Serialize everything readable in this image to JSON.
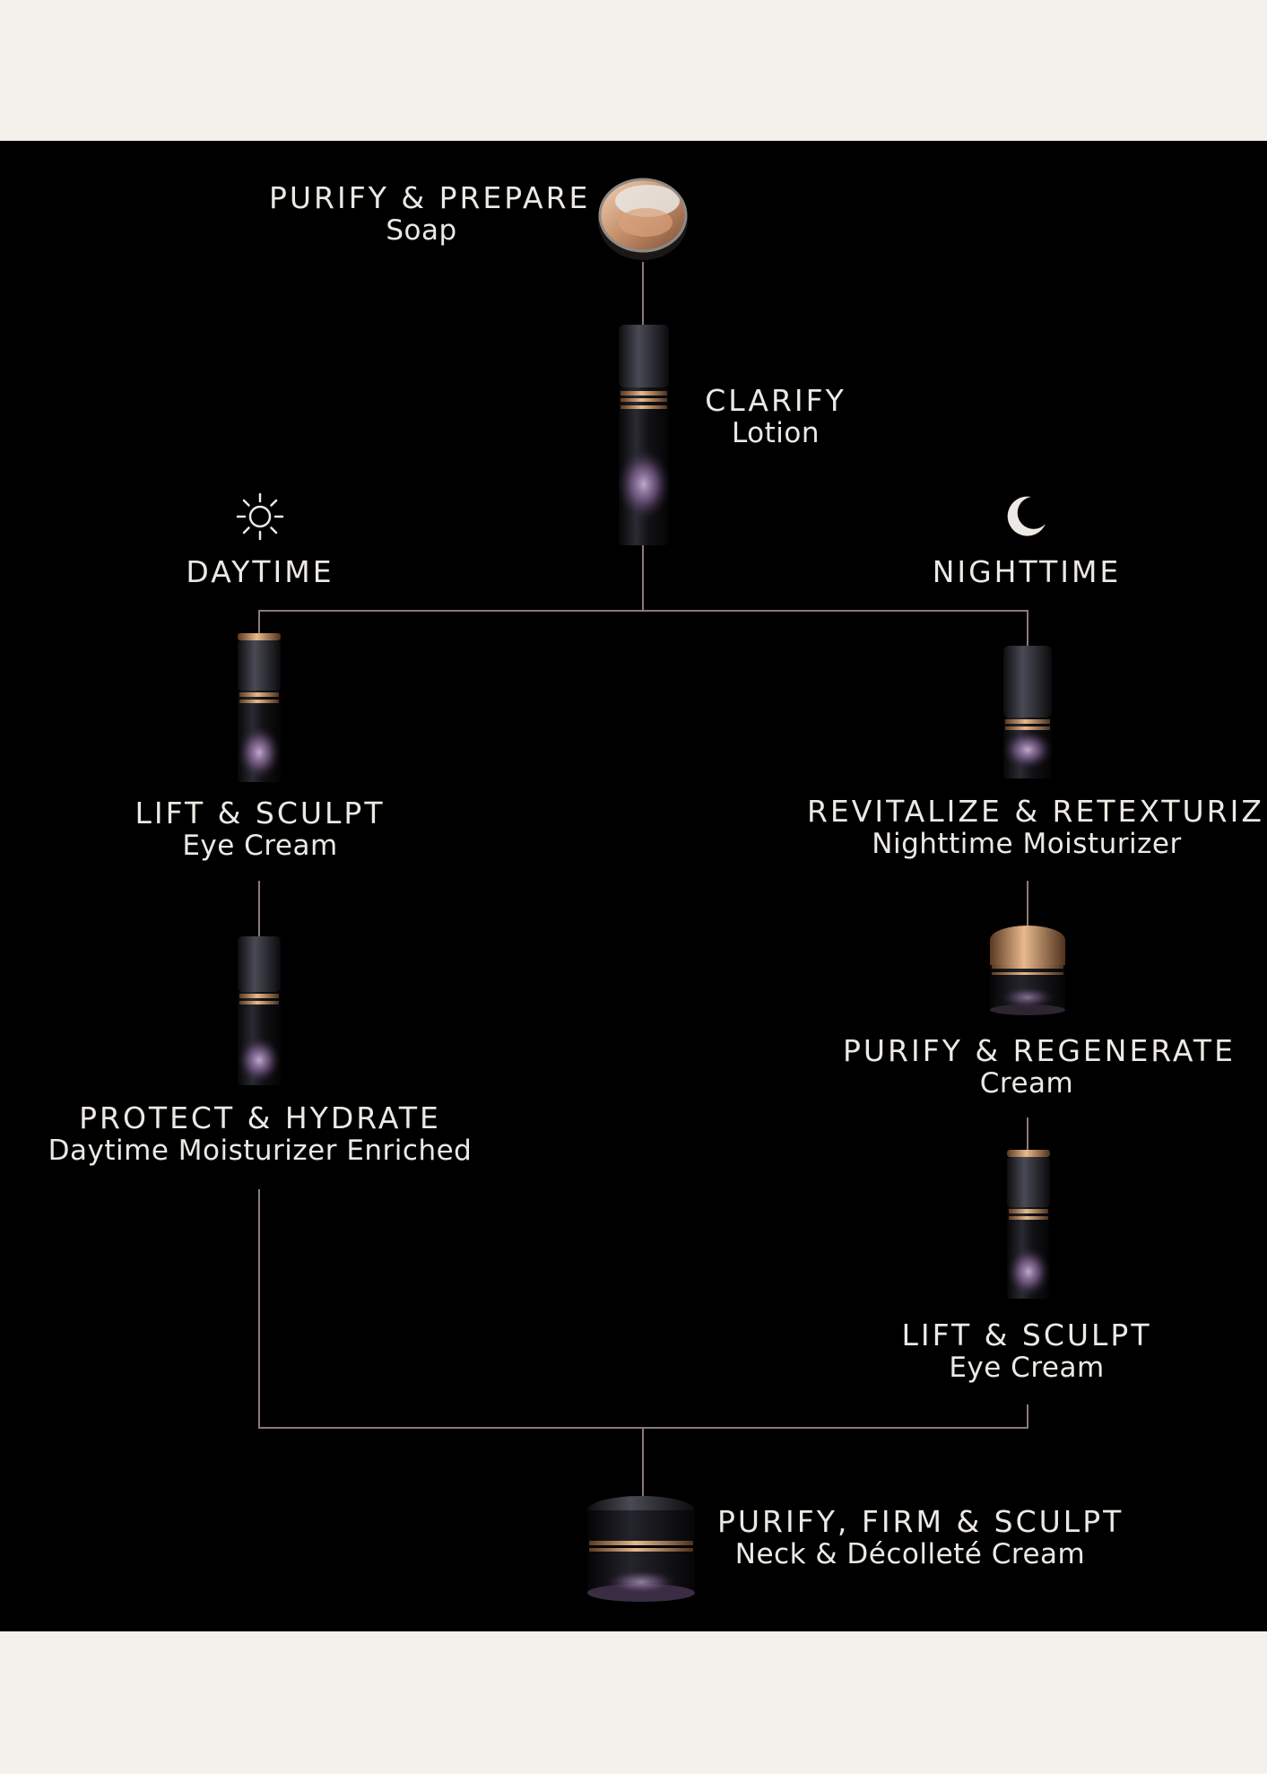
{
  "steps": {
    "soap": {
      "heading": "PURIFY & PREPARE",
      "product": "Soap"
    },
    "lotion": {
      "heading": "CLARIFY",
      "product": "Lotion"
    },
    "day_eye": {
      "heading": "LIFT & SCULPT",
      "product": "Eye Cream"
    },
    "day_moist": {
      "heading": "PROTECT & HYDRATE",
      "product": "Daytime Moisturizer Enriched"
    },
    "night_moist": {
      "heading": "REVITALIZE & RETEXTURIZE",
      "product": "Nighttime Moisturizer"
    },
    "night_cream": {
      "heading": "PURIFY & REGENERATE",
      "product": "Cream"
    },
    "night_eye": {
      "heading": "LIFT & SCULPT",
      "product": "Eye Cream"
    },
    "neck": {
      "heading": "PURIFY, FIRM & SCULPT",
      "product": "Neck & Décolleté Cream"
    }
  },
  "branches": {
    "day": {
      "label": "DAYTIME",
      "icon": "sun-icon"
    },
    "night": {
      "label": "NIGHTTIME",
      "icon": "moon-icon"
    }
  },
  "colors": {
    "background": "#000000",
    "page": "#f2f1ec",
    "connector": "#8a7a78",
    "text": "#ece9e4",
    "gold": "#c99a6e",
    "purple": "#8a6c9a"
  }
}
